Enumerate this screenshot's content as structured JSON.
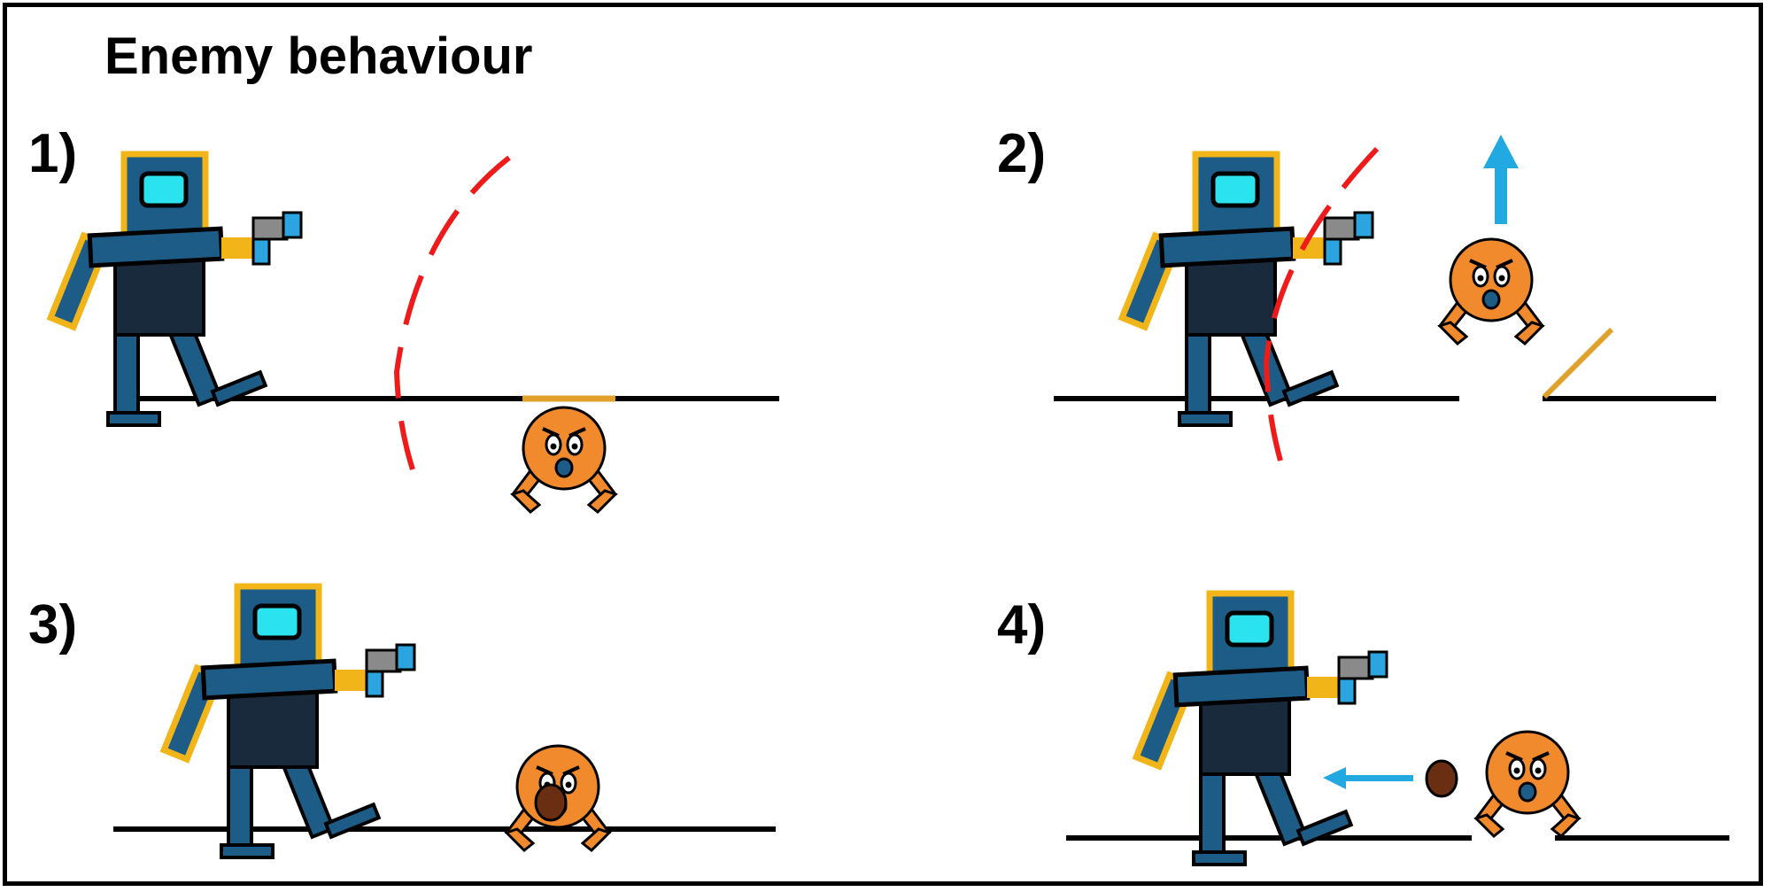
{
  "title": "Enemy behaviour",
  "steps": [
    {
      "label": "1)"
    },
    {
      "label": "2)"
    },
    {
      "label": "3)"
    },
    {
      "label": "4)"
    }
  ],
  "colors": {
    "robot_body": "#1a2a3d",
    "robot_blue": "#1d5c86",
    "robot_outline_yellow": "#f1b51a",
    "screen_cyan": "#2be2ef",
    "gun_grey": "#8a8a8a",
    "gun_blue": "#2ba4e0",
    "enemy_orange": "#f08a2c",
    "trapdoor_orange": "#e0a02a",
    "laser_red": "#ef1b1b",
    "arrow_blue": "#22a9e2",
    "rock_brown": "#6a2f13",
    "ground_black": "#000000"
  },
  "icons": [
    "robot-icon",
    "enemy-icon",
    "laser-path",
    "trapdoor",
    "up-arrow-icon",
    "left-arrow-icon",
    "rock-icon"
  ]
}
